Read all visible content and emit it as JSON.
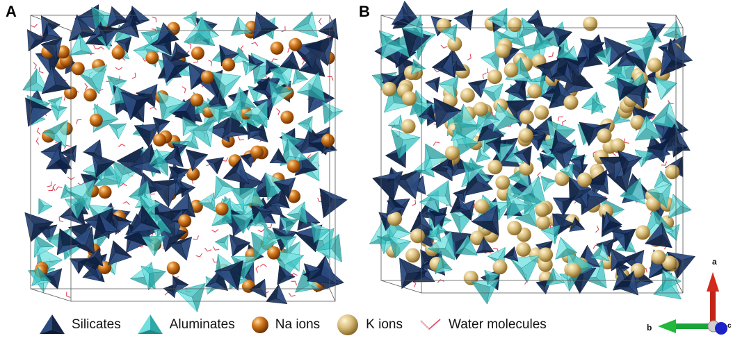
{
  "panels": [
    {
      "label": "A",
      "ion_name": "Na ions",
      "ion_color": "#d2781c"
    },
    {
      "label": "B",
      "ion_name": "K ions",
      "ion_color": "#d9bd7a"
    }
  ],
  "legend": {
    "silicates": "Silicates",
    "aluminates": "Aluminates",
    "na_ions": "Na ions",
    "k_ions": "K ions",
    "water": "Water molecules"
  },
  "axes": {
    "a": "a",
    "b": "b",
    "c": "c"
  },
  "colors": {
    "silicate": "#1d3660",
    "aluminate": "#3fc4c4",
    "na": "#d2781c",
    "k": "#d9bd7a",
    "water": "#e0485c",
    "axis_a": "#d22a1c",
    "axis_b": "#1aa336",
    "axis_c": "#1a22c8"
  }
}
